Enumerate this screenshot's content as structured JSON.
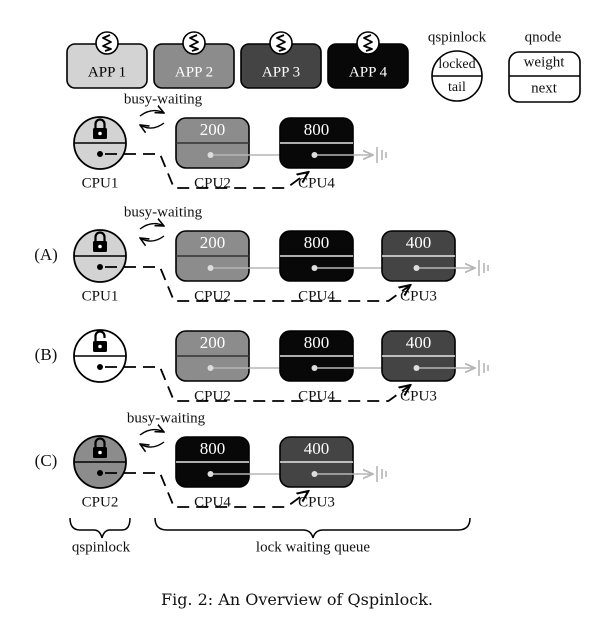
{
  "colors": {
    "app1": "#d3d3d3",
    "app2": "#8c8c8c",
    "app3": "#444444",
    "app4": "#080808",
    "edge": "#000000",
    "pointer": "#b5b5b5"
  },
  "icons": {
    "app": "spring-coil-icon",
    "locked": "padlock-closed-icon",
    "unlocked": "padlock-open-icon",
    "null": "null-pointer-icon"
  },
  "legend": {
    "apps": [
      {
        "label": "APP 1",
        "color": "#d3d3d3",
        "text_color": "#000000"
      },
      {
        "label": "APP 2",
        "color": "#8c8c8c",
        "text_color": "#ffffff"
      },
      {
        "label": "APP 3",
        "color": "#444444",
        "text_color": "#ffffff"
      },
      {
        "label": "APP 4",
        "color": "#080808",
        "text_color": "#ffffff"
      }
    ],
    "qspinlock": {
      "title": "qspinlock",
      "top": "locked",
      "bottom": "tail"
    },
    "qnode": {
      "title": "qnode",
      "top": "weight",
      "bottom": "next"
    }
  },
  "labels": {
    "busy_waiting": "busy-waiting",
    "qspinlock_brace": "qspinlock",
    "queue_brace": "lock waiting queue"
  },
  "rows": [
    {
      "marker": "",
      "busy": true,
      "lock": {
        "state": "locked",
        "color": "#d3d3d3",
        "cpu": "CPU1"
      },
      "nodes": [
        {
          "weight": "200",
          "color": "#8c8c8c",
          "cpu": "CPU2"
        },
        {
          "weight": "800",
          "color": "#080808",
          "cpu": "CPU4"
        }
      ]
    },
    {
      "marker": "(A)",
      "busy": true,
      "lock": {
        "state": "locked",
        "color": "#d3d3d3",
        "cpu": "CPU1"
      },
      "nodes": [
        {
          "weight": "200",
          "color": "#8c8c8c",
          "cpu": "CPU2"
        },
        {
          "weight": "800",
          "color": "#080808",
          "cpu": "CPU4"
        },
        {
          "weight": "400",
          "color": "#444444",
          "cpu": "CPU3"
        }
      ]
    },
    {
      "marker": "(B)",
      "busy": false,
      "lock": {
        "state": "unlocked",
        "color": "#ffffff",
        "cpu": ""
      },
      "nodes": [
        {
          "weight": "200",
          "color": "#8c8c8c",
          "cpu": "CPU2"
        },
        {
          "weight": "800",
          "color": "#080808",
          "cpu": "CPU4"
        },
        {
          "weight": "400",
          "color": "#444444",
          "cpu": "CPU3"
        }
      ]
    },
    {
      "marker": "(C)",
      "busy": true,
      "lock": {
        "state": "locked",
        "color": "#8c8c8c",
        "cpu": "CPU2"
      },
      "nodes": [
        {
          "weight": "800",
          "color": "#080808",
          "cpu": "CPU4"
        },
        {
          "weight": "400",
          "color": "#444444",
          "cpu": "CPU3"
        }
      ]
    }
  ],
  "caption": "Fig. 2: An Overview of Qspinlock."
}
